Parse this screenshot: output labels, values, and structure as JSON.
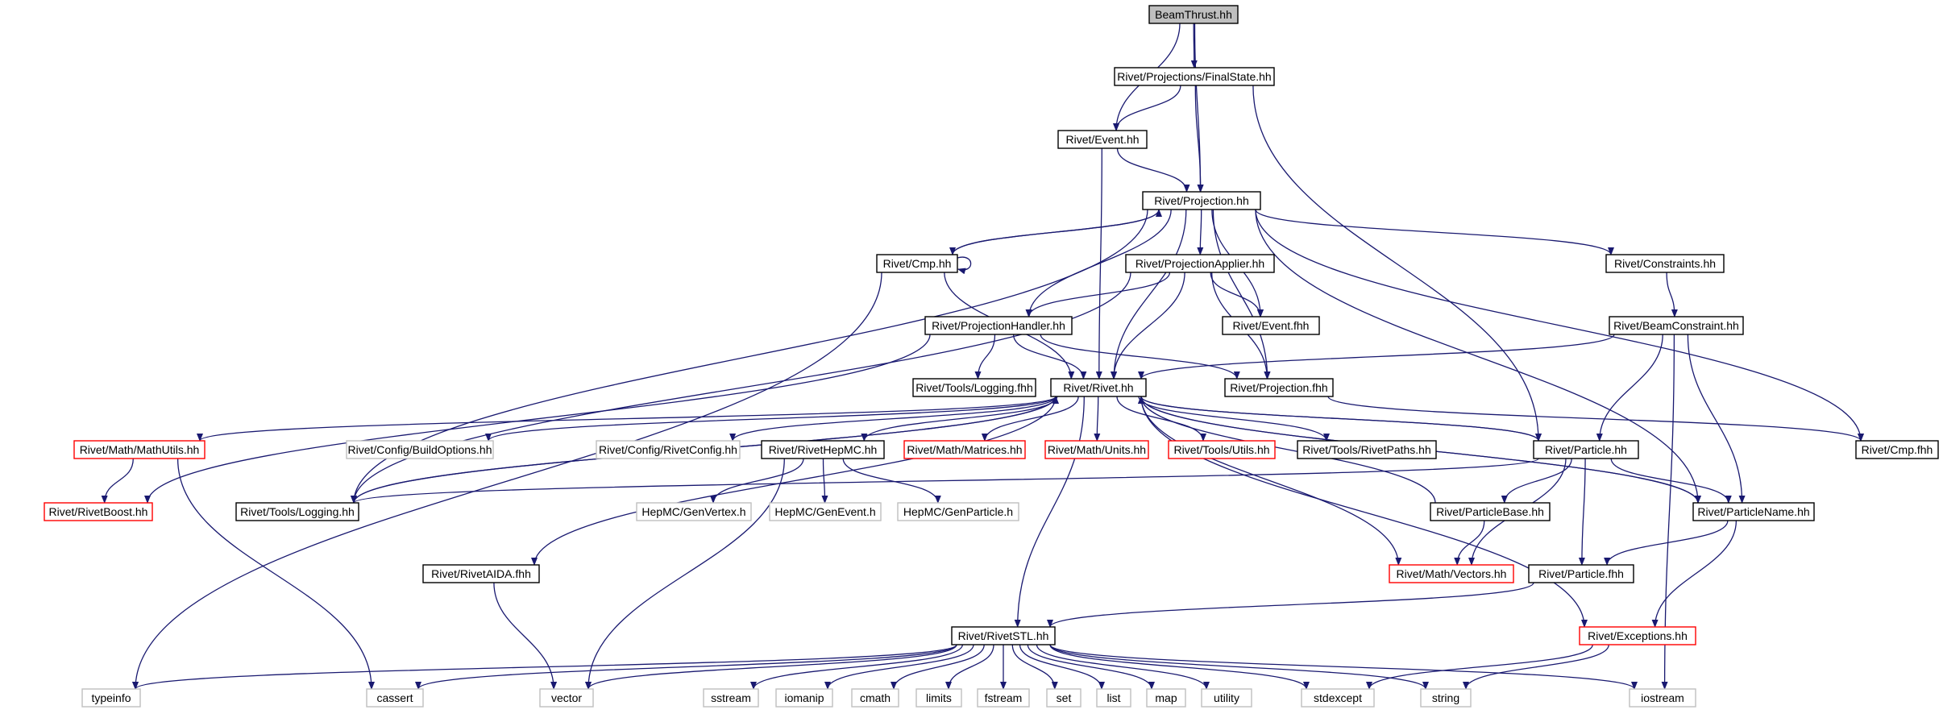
{
  "diagram": {
    "colors": {
      "edge": "#191970",
      "text": "#000000",
      "border_normal": "#000000",
      "border_truncated": "#ff0000",
      "border_system": "#bfbfbf",
      "fill_root": "#bfbfbf",
      "fill_default": "#ffffff"
    },
    "nodes": [
      {
        "id": "beamthrust",
        "label": "BeamThrust.hh",
        "kind": "root"
      },
      {
        "id": "finalstate",
        "label": "Rivet/Projections/FinalState.hh",
        "kind": "normal"
      },
      {
        "id": "event",
        "label": "Rivet/Event.hh",
        "kind": "normal"
      },
      {
        "id": "projection",
        "label": "Rivet/Projection.hh",
        "kind": "normal"
      },
      {
        "id": "cmp",
        "label": "Rivet/Cmp.hh",
        "kind": "normal"
      },
      {
        "id": "projapplier",
        "label": "Rivet/ProjectionApplier.hh",
        "kind": "normal"
      },
      {
        "id": "constraints",
        "label": "Rivet/Constraints.hh",
        "kind": "normal"
      },
      {
        "id": "projhandler",
        "label": "Rivet/ProjectionHandler.hh",
        "kind": "normal"
      },
      {
        "id": "eventfhh",
        "label": "Rivet/Event.fhh",
        "kind": "normal"
      },
      {
        "id": "beamconstraint",
        "label": "Rivet/BeamConstraint.hh",
        "kind": "normal"
      },
      {
        "id": "toolslogfhh",
        "label": "Rivet/Tools/Logging.fhh",
        "kind": "normal"
      },
      {
        "id": "rivet",
        "label": "Rivet/Rivet.hh",
        "kind": "normal"
      },
      {
        "id": "projfhh",
        "label": "Rivet/Projection.fhh",
        "kind": "normal"
      },
      {
        "id": "mathutils",
        "label": "Rivet/Math/MathUtils.hh",
        "kind": "truncated"
      },
      {
        "id": "buildoptions",
        "label": "Rivet/Config/BuildOptions.hh",
        "kind": "system"
      },
      {
        "id": "rivetconfig",
        "label": "Rivet/Config/RivetConfig.hh",
        "kind": "system"
      },
      {
        "id": "rivethepmc",
        "label": "Rivet/RivetHepMC.hh",
        "kind": "normal"
      },
      {
        "id": "matrices",
        "label": "Rivet/Math/Matrices.hh",
        "kind": "truncated"
      },
      {
        "id": "units",
        "label": "Rivet/Math/Units.hh",
        "kind": "truncated"
      },
      {
        "id": "utils",
        "label": "Rivet/Tools/Utils.hh",
        "kind": "truncated"
      },
      {
        "id": "rivetpaths",
        "label": "Rivet/Tools/RivetPaths.hh",
        "kind": "normal"
      },
      {
        "id": "particle",
        "label": "Rivet/Particle.hh",
        "kind": "normal"
      },
      {
        "id": "cmpfhh",
        "label": "Rivet/Cmp.fhh",
        "kind": "normal"
      },
      {
        "id": "rivetboost",
        "label": "Rivet/RivetBoost.hh",
        "kind": "truncated"
      },
      {
        "id": "toolslog",
        "label": "Rivet/Tools/Logging.hh",
        "kind": "normal"
      },
      {
        "id": "genvertex",
        "label": "HepMC/GenVertex.h",
        "kind": "system"
      },
      {
        "id": "genevent",
        "label": "HepMC/GenEvent.h",
        "kind": "system"
      },
      {
        "id": "genparticle",
        "label": "HepMC/GenParticle.h",
        "kind": "system"
      },
      {
        "id": "particlebase",
        "label": "Rivet/ParticleBase.hh",
        "kind": "normal"
      },
      {
        "id": "particlename",
        "label": "Rivet/ParticleName.hh",
        "kind": "normal"
      },
      {
        "id": "rivetaida",
        "label": "Rivet/RivetAIDA.fhh",
        "kind": "normal"
      },
      {
        "id": "vectors",
        "label": "Rivet/Math/Vectors.hh",
        "kind": "truncated"
      },
      {
        "id": "particlefhh",
        "label": "Rivet/Particle.fhh",
        "kind": "normal"
      },
      {
        "id": "rivetstl",
        "label": "Rivet/RivetSTL.hh",
        "kind": "normal"
      },
      {
        "id": "exceptions",
        "label": "Rivet/Exceptions.hh",
        "kind": "truncated"
      },
      {
        "id": "typeinfo",
        "label": "typeinfo",
        "kind": "system"
      },
      {
        "id": "cassert",
        "label": "cassert",
        "kind": "system"
      },
      {
        "id": "vector",
        "label": "vector",
        "kind": "system"
      },
      {
        "id": "sstream",
        "label": "sstream",
        "kind": "system"
      },
      {
        "id": "iomanip",
        "label": "iomanip",
        "kind": "system"
      },
      {
        "id": "cmath",
        "label": "cmath",
        "kind": "system"
      },
      {
        "id": "limits",
        "label": "limits",
        "kind": "system"
      },
      {
        "id": "fstream",
        "label": "fstream",
        "kind": "system"
      },
      {
        "id": "set",
        "label": "set",
        "kind": "system"
      },
      {
        "id": "list",
        "label": "list",
        "kind": "system"
      },
      {
        "id": "map",
        "label": "map",
        "kind": "system"
      },
      {
        "id": "utility",
        "label": "utility",
        "kind": "system"
      },
      {
        "id": "stdexcept",
        "label": "stdexcept",
        "kind": "system"
      },
      {
        "id": "string",
        "label": "string",
        "kind": "system"
      },
      {
        "id": "iostream",
        "label": "iostream",
        "kind": "system"
      }
    ],
    "edges": [
      {
        "from": "beamthrust",
        "to": "finalstate"
      },
      {
        "from": "beamthrust",
        "to": "event"
      },
      {
        "from": "beamthrust",
        "to": "projection"
      },
      {
        "from": "finalstate",
        "to": "event"
      },
      {
        "from": "finalstate",
        "to": "projection"
      },
      {
        "from": "finalstate",
        "to": "particle"
      },
      {
        "from": "event",
        "to": "projection"
      },
      {
        "from": "event",
        "to": "rivet"
      },
      {
        "from": "projection",
        "to": "cmp"
      },
      {
        "from": "projection",
        "to": "projapplier"
      },
      {
        "from": "projection",
        "to": "constraints"
      },
      {
        "from": "projection",
        "to": "projhandler"
      },
      {
        "from": "projection",
        "to": "eventfhh"
      },
      {
        "from": "projection",
        "to": "projfhh"
      },
      {
        "from": "projection",
        "to": "rivet"
      },
      {
        "from": "projection",
        "to": "cmpfhh"
      },
      {
        "from": "projection",
        "to": "toolslog"
      },
      {
        "from": "projection",
        "to": "particlename"
      },
      {
        "from": "cmp",
        "to": "projection"
      },
      {
        "from": "cmp",
        "to": "cmp"
      },
      {
        "from": "cmp",
        "to": "rivet"
      },
      {
        "from": "cmp",
        "to": "typeinfo"
      },
      {
        "from": "projapplier",
        "to": "projhandler"
      },
      {
        "from": "projapplier",
        "to": "eventfhh"
      },
      {
        "from": "projapplier",
        "to": "rivet"
      },
      {
        "from": "projapplier",
        "to": "projfhh"
      },
      {
        "from": "projapplier",
        "to": "toolslog"
      },
      {
        "from": "constraints",
        "to": "beamconstraint"
      },
      {
        "from": "projhandler",
        "to": "rivet"
      },
      {
        "from": "projhandler",
        "to": "toolslogfhh"
      },
      {
        "from": "projhandler",
        "to": "projfhh"
      },
      {
        "from": "projhandler",
        "to": "rivetboost"
      },
      {
        "from": "beamconstraint",
        "to": "rivet"
      },
      {
        "from": "beamconstraint",
        "to": "particle"
      },
      {
        "from": "beamconstraint",
        "to": "particlename"
      },
      {
        "from": "beamconstraint",
        "to": "iostream"
      },
      {
        "from": "projfhh",
        "to": "cmpfhh"
      },
      {
        "from": "rivet",
        "to": "mathutils"
      },
      {
        "from": "rivet",
        "to": "buildoptions"
      },
      {
        "from": "rivet",
        "to": "rivetconfig"
      },
      {
        "from": "rivet",
        "to": "rivethepmc"
      },
      {
        "from": "rivet",
        "to": "matrices"
      },
      {
        "from": "rivet",
        "to": "units"
      },
      {
        "from": "rivet",
        "to": "utils"
      },
      {
        "from": "rivet",
        "to": "rivetpaths"
      },
      {
        "from": "rivet",
        "to": "particle"
      },
      {
        "from": "rivet",
        "to": "particlename"
      },
      {
        "from": "rivet",
        "to": "toolslog"
      },
      {
        "from": "rivet",
        "to": "rivetaida"
      },
      {
        "from": "rivet",
        "to": "rivetstl"
      },
      {
        "from": "rivet",
        "to": "vectors"
      },
      {
        "from": "rivet",
        "to": "exceptions"
      },
      {
        "from": "toolslog",
        "to": "rivet"
      },
      {
        "from": "mathutils",
        "to": "rivetboost"
      },
      {
        "from": "mathutils",
        "to": "cassert"
      },
      {
        "from": "rivethepmc",
        "to": "genvertex"
      },
      {
        "from": "rivethepmc",
        "to": "genevent"
      },
      {
        "from": "rivethepmc",
        "to": "genparticle"
      },
      {
        "from": "rivethepmc",
        "to": "vector"
      },
      {
        "from": "particle",
        "to": "rivet"
      },
      {
        "from": "particle",
        "to": "particlebase"
      },
      {
        "from": "particle",
        "to": "particlename"
      },
      {
        "from": "particle",
        "to": "particlefhh"
      },
      {
        "from": "particle",
        "to": "vectors"
      },
      {
        "from": "particle",
        "to": "toolslog"
      },
      {
        "from": "particlebase",
        "to": "rivet"
      },
      {
        "from": "particlebase",
        "to": "vectors"
      },
      {
        "from": "particlename",
        "to": "rivet"
      },
      {
        "from": "particlename",
        "to": "particlefhh"
      },
      {
        "from": "particlename",
        "to": "exceptions"
      },
      {
        "from": "particlefhh",
        "to": "rivetstl"
      },
      {
        "from": "rivetaida",
        "to": "vector"
      },
      {
        "from": "exceptions",
        "to": "stdexcept"
      },
      {
        "from": "exceptions",
        "to": "string"
      },
      {
        "from": "rivetstl",
        "to": "typeinfo"
      },
      {
        "from": "rivetstl",
        "to": "cassert"
      },
      {
        "from": "rivetstl",
        "to": "vector"
      },
      {
        "from": "rivetstl",
        "to": "sstream"
      },
      {
        "from": "rivetstl",
        "to": "iomanip"
      },
      {
        "from": "rivetstl",
        "to": "cmath"
      },
      {
        "from": "rivetstl",
        "to": "limits"
      },
      {
        "from": "rivetstl",
        "to": "fstream"
      },
      {
        "from": "rivetstl",
        "to": "set"
      },
      {
        "from": "rivetstl",
        "to": "list"
      },
      {
        "from": "rivetstl",
        "to": "map"
      },
      {
        "from": "rivetstl",
        "to": "utility"
      },
      {
        "from": "rivetstl",
        "to": "stdexcept"
      },
      {
        "from": "rivetstl",
        "to": "string"
      },
      {
        "from": "rivetstl",
        "to": "iostream"
      }
    ]
  }
}
